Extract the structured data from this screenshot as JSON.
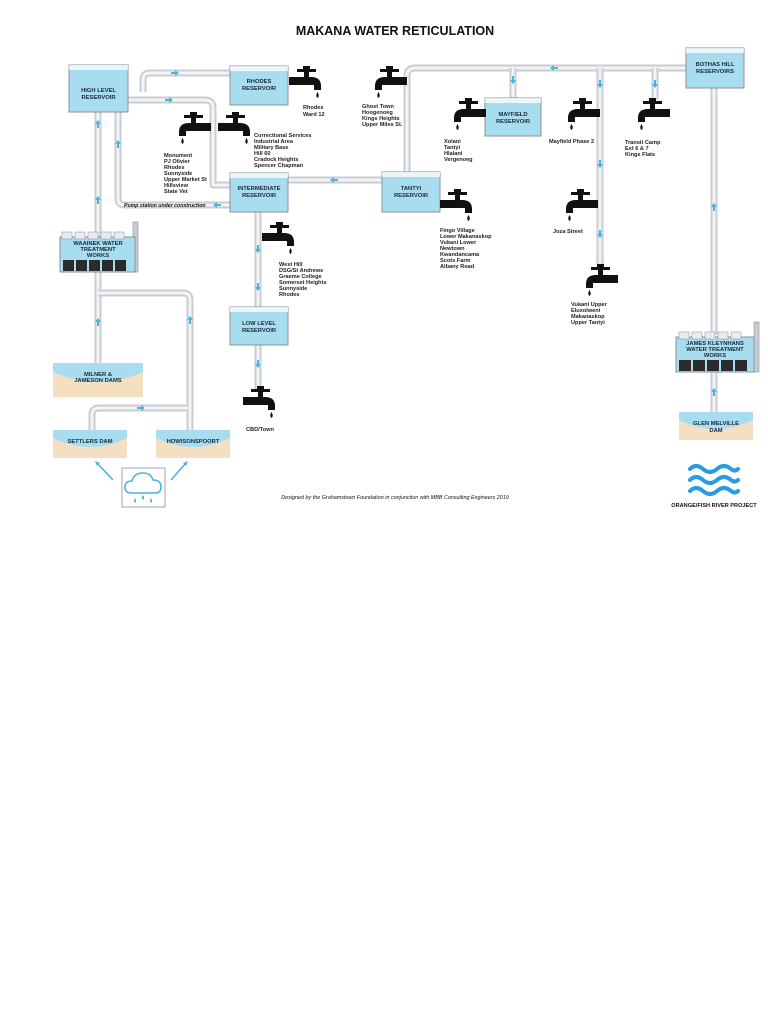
{
  "title": "MAKANA WATER RETICULATION",
  "reservoirs": {
    "high_level": [
      "HIGH LEVEL",
      "RESERVOIR"
    ],
    "rhodes": [
      "RHODES",
      "RESERVOIR"
    ],
    "intermediate": [
      "INTERMEDIATE",
      "RESERVOIR"
    ],
    "tantyi": [
      "TANTYI",
      "RESERVOIR"
    ],
    "mayfield": [
      "MAYFIELD",
      "RESERVOIR"
    ],
    "bothas_hill": [
      "BOTHAS HILL",
      "RESERVOIRS"
    ],
    "low_level": [
      "LOW LEVEL",
      "RESERVOIR"
    ]
  },
  "works": {
    "waainek": [
      "WAAINEK WATER",
      "TREATMENT",
      "WORKS"
    ],
    "james_kleynhans": [
      "JAMES KLEYNHANS",
      "WATER TREATMENT",
      "WORKS"
    ]
  },
  "dams": {
    "milner_jameson": [
      "MILNER &",
      "JAMESON DAMS"
    ],
    "settlers": [
      "SETTLERS DAM"
    ],
    "howisonspoort": [
      "HOWISONSPOORT"
    ],
    "glen_melville": [
      "GLEN MELVILLE",
      "DAM"
    ]
  },
  "areas": {
    "rhodes_ward": [
      "Rhodes",
      "Ward 12"
    ],
    "ghost_town": [
      "Ghost Town",
      "Hoogenoeg",
      "Kings Heights",
      "Upper Miles St."
    ],
    "correctional": [
      "Correctional Services",
      "Industrial Area",
      "Military Base",
      "Hill 60",
      "Cradock Heights",
      "Spencer Chapman"
    ],
    "monument": [
      "Monument",
      "PJ Olivier",
      "Rhodes",
      "Sunnyside",
      "Upper Market St",
      "Hillsview",
      "State Vet"
    ],
    "xolani": [
      "Xolani",
      "Tantyi",
      "Hlalani",
      "Vergenoeg"
    ],
    "mayfield_phase": [
      "Mayfield Phase 2"
    ],
    "transit_camp": [
      "Transit Camp",
      "Ext 6 & 7",
      "Kings Flats"
    ],
    "fingo": [
      "Fingo Village",
      "Lower Makanaskop",
      "Vukani Lower",
      "Newtown",
      "Kwandancama",
      "Scots Farm",
      "Albany Road"
    ],
    "joza": [
      "Joza Street"
    ],
    "west_hill": [
      "West Hill",
      "DSG/St Andrews",
      "Graeme College",
      "Somerset Heights",
      "Sunnyside",
      "Rhodes"
    ],
    "vukani_upper": [
      "Vukani Upper",
      "Eluxolweni",
      "Makanaskop",
      "Upper Tantyi"
    ],
    "cbd": [
      "CBD/Town"
    ]
  },
  "pump_note": "Pump station under construction",
  "credit": "Designed by the Grahamstown Foundation in conjunction with MBB Consulting Engineers 2019",
  "river": "ORANGE/FISH RIVER PROJECT",
  "colors": {
    "water": "#a8dcef",
    "arrow": "#4ab3e2",
    "dam_sand": "#f5dfc3",
    "pipe": "#c9cdd3",
    "tap": "#111111",
    "river": "#2a9be0"
  },
  "icons": {
    "tap": "tap-icon",
    "rain": "rain-cloud-icon",
    "river": "river-waves-icon",
    "arrow": "flow-arrow-icon"
  }
}
